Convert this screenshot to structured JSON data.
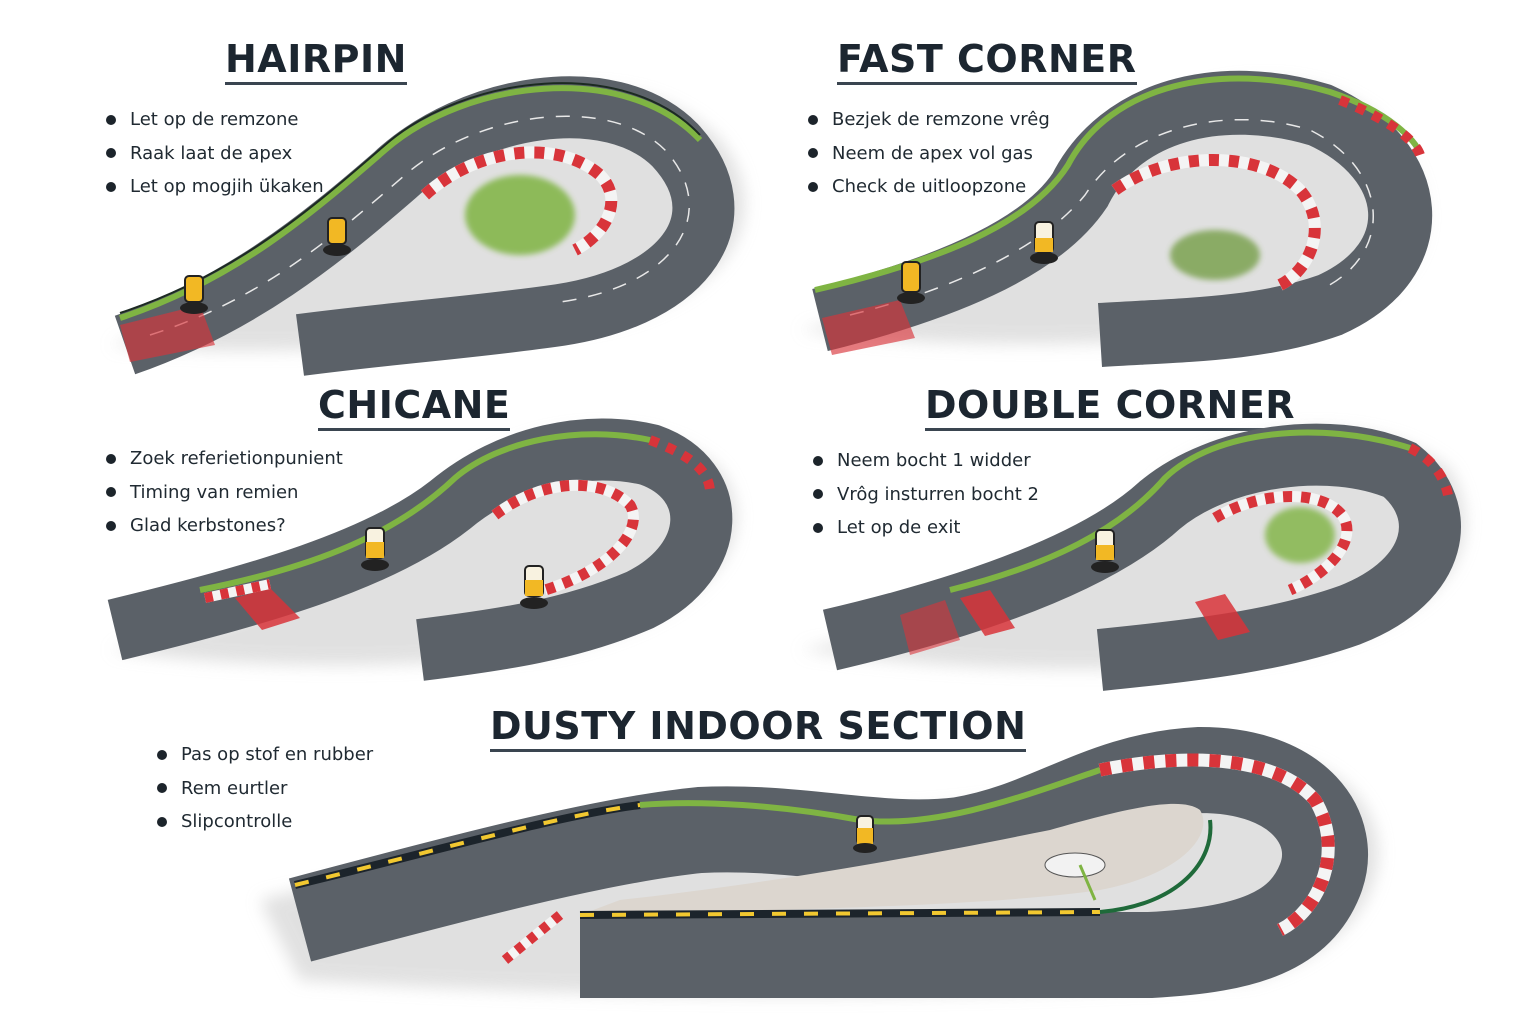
{
  "sections": [
    {
      "id": "hairpin",
      "title": "HAIRPIN",
      "tips": [
        "Let op de remzone",
        "Raak laat de apex",
        "Let op mogjih ükaken"
      ]
    },
    {
      "id": "fast-corner",
      "title": "FAST CORNER",
      "tips": [
        "Bezjek de remzone vrêg",
        "Neem de apex vol gas",
        "Check de uitloopzone"
      ]
    },
    {
      "id": "chicane",
      "title": "CHICANE",
      "tips": [
        "Zoek referietionpunient",
        "Timing van remien",
        "Glad kerbstones?"
      ]
    },
    {
      "id": "double-corner",
      "title": "DOUBLE CORNER",
      "tips": [
        "Neem bocht 1 widder",
        "Vrôg insturren bocht 2",
        "Let op de exit"
      ]
    },
    {
      "id": "dusty-indoor-section",
      "title": "DUSTY INDOOR SECTION",
      "tips": [
        "Pas op stof en rubber",
        "Rem eurtler",
        "Slipcontrolle"
      ]
    }
  ],
  "colors": {
    "asphalt": "#5b6168",
    "kerb_red": "#d8343a",
    "kerb_white": "#f4f4f4",
    "grass": "#7fb443",
    "edge_line": "#1f6a3a",
    "cone": "#f2b824",
    "dust": "#cfcfcf",
    "title": "#1c2630"
  }
}
